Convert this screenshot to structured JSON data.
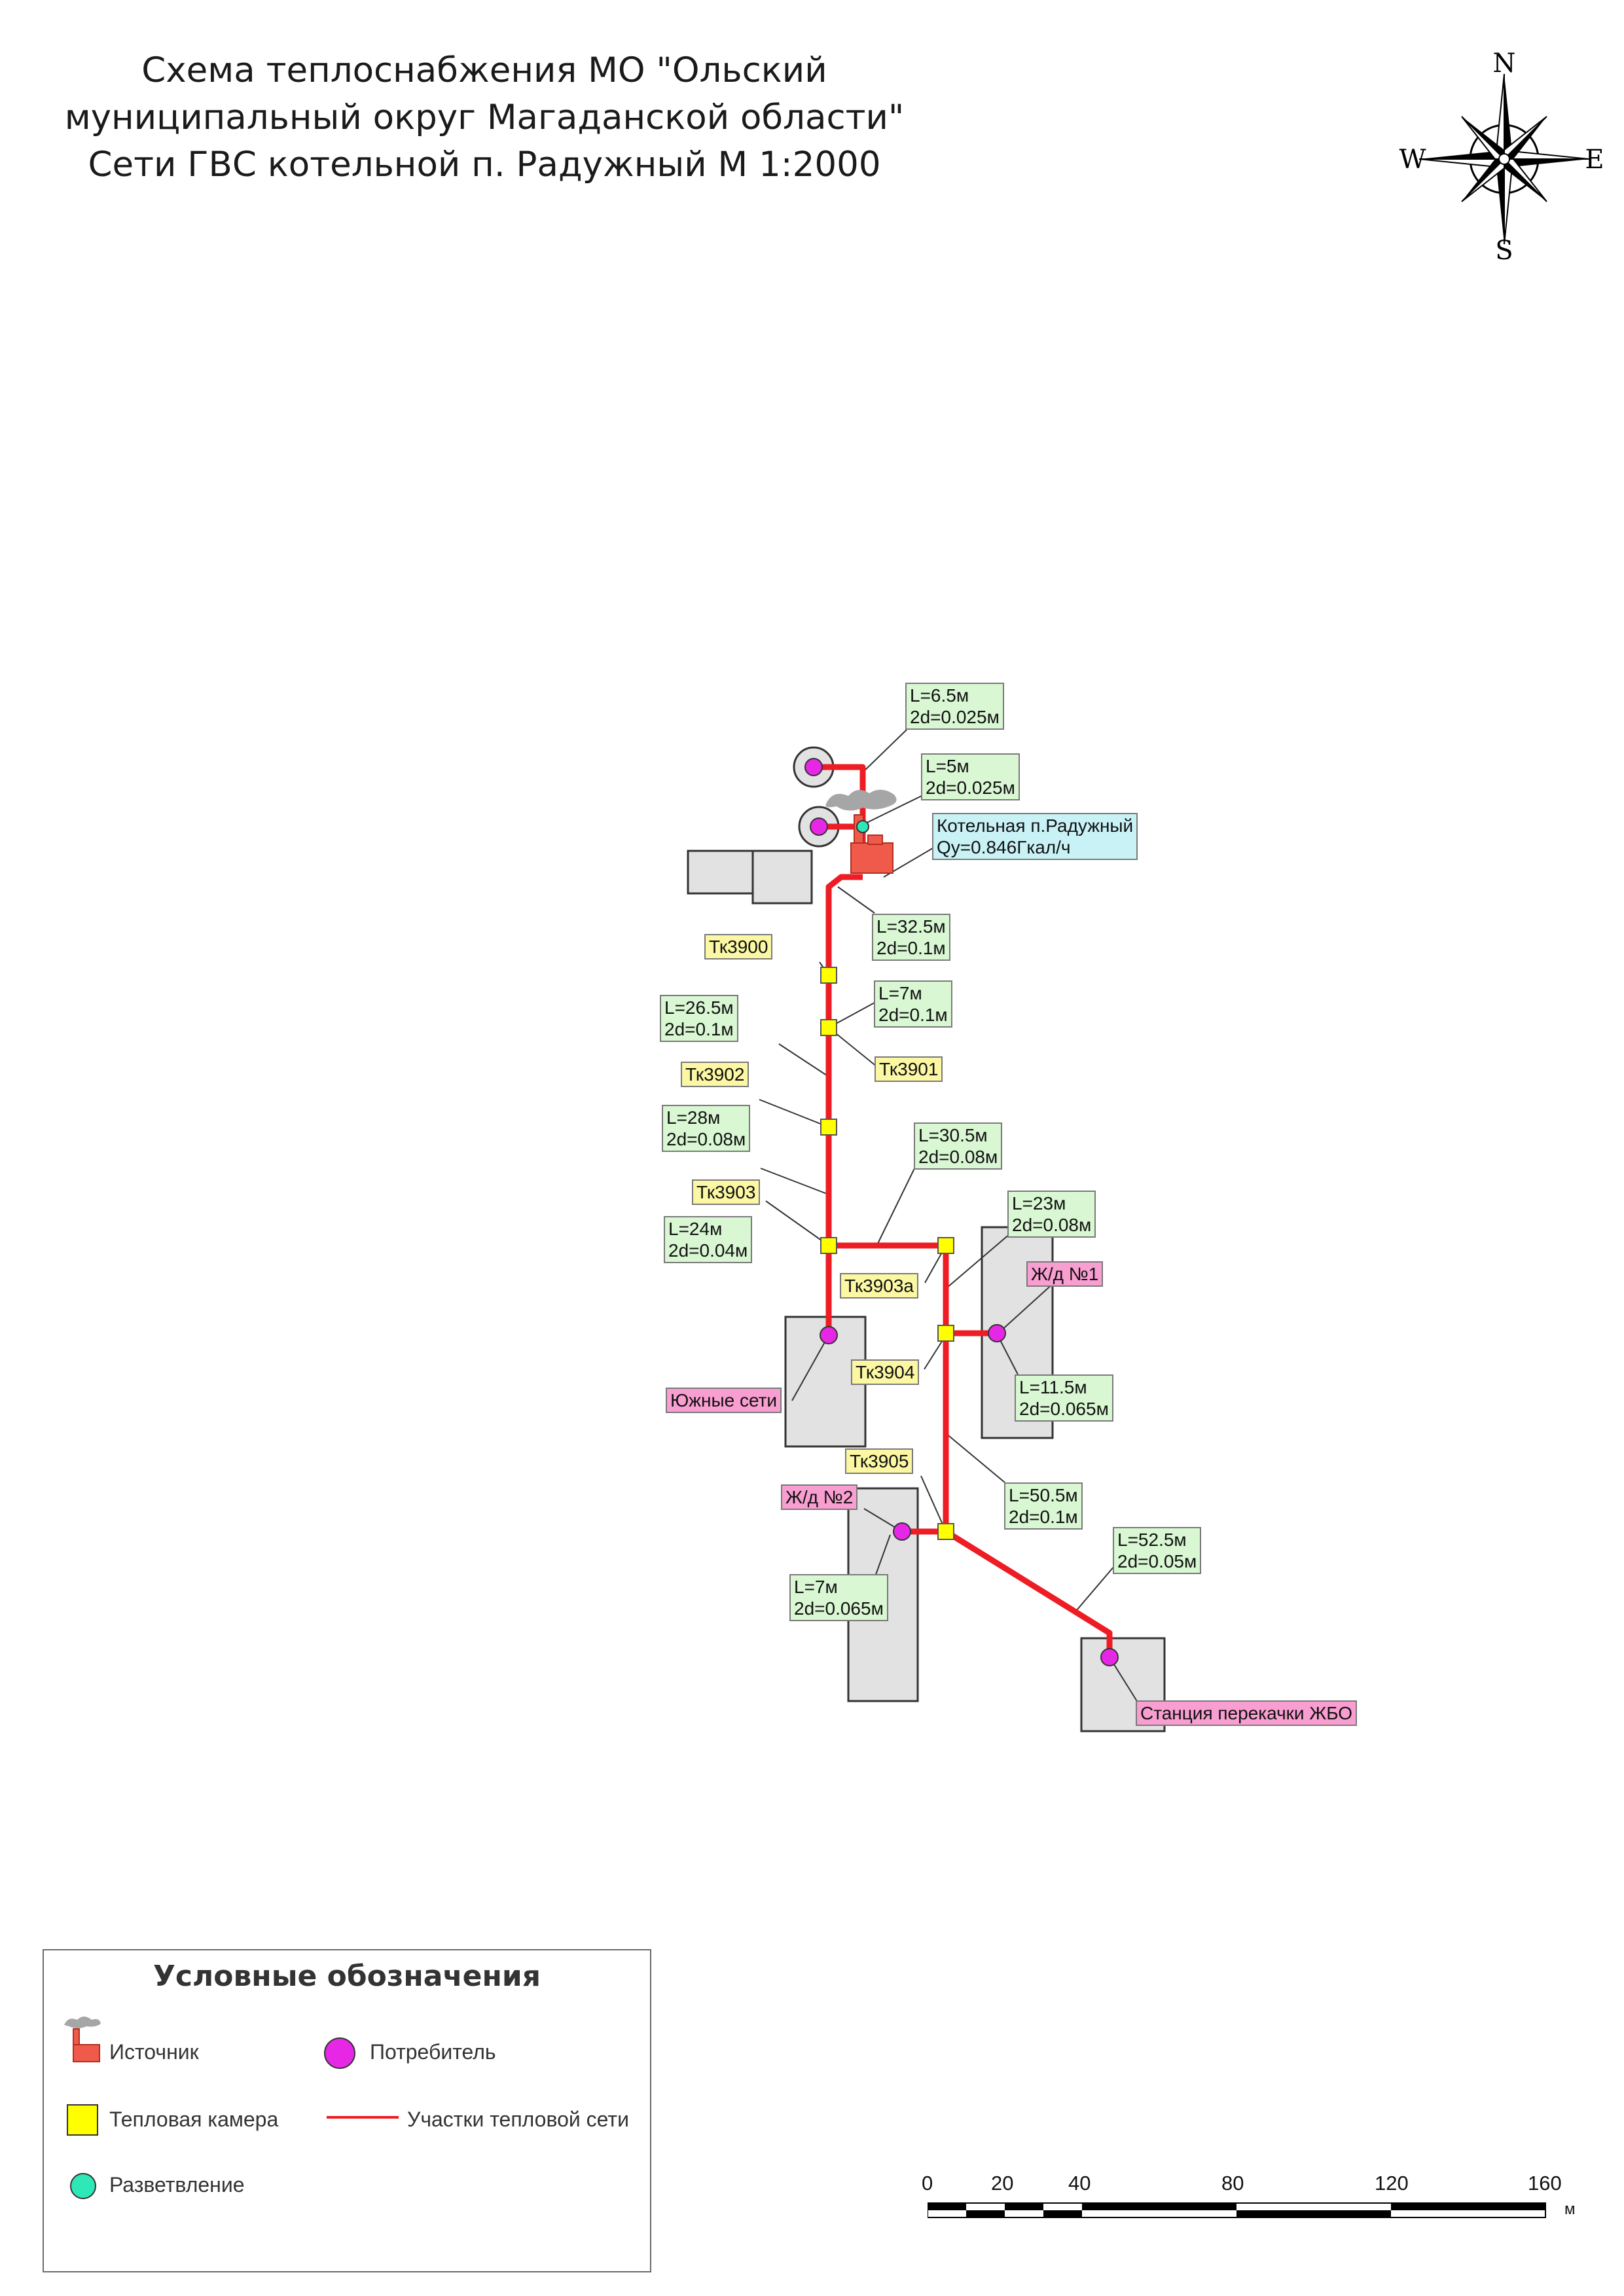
{
  "title": {
    "line1": "Схема теплоснабжения МО \"Ольский",
    "line2": "муниципальный округ Магаданской области\"",
    "line3": "Сети ГВС котельной п. Радужный М 1:2000"
  },
  "compass": {
    "north": "N",
    "south": "S",
    "east": "E",
    "west": "W"
  },
  "colors": {
    "pipe": "#ee1c24",
    "consumer": "#e628e6",
    "chamber": "#ffff00",
    "branch": "#2ee8b8",
    "building": "#e2e2e2",
    "source": "#f05a4a"
  },
  "source": {
    "name": "Котельная п.Радужный",
    "power": "Qy=0.846Гкал/ч"
  },
  "segments": [
    {
      "L": "L=6.5м",
      "d": "2d=0.025м"
    },
    {
      "L": "L=5м",
      "d": "2d=0.025м"
    },
    {
      "L": "L=32.5м",
      "d": "2d=0.1м"
    },
    {
      "L": "L=7м",
      "d": "2d=0.1м"
    },
    {
      "L": "L=26.5м",
      "d": "2d=0.1м"
    },
    {
      "L": "L=28м",
      "d": "2d=0.08м"
    },
    {
      "L": "L=30.5м",
      "d": "2d=0.08м"
    },
    {
      "L": "L=23м",
      "d": "2d=0.08м"
    },
    {
      "L": "L=24м",
      "d": "2d=0.04м"
    },
    {
      "L": "L=11.5м",
      "d": "2d=0.065м"
    },
    {
      "L": "L=50.5м",
      "d": "2d=0.1м"
    },
    {
      "L": "L=52.5м",
      "d": "2d=0.05м"
    },
    {
      "L": "L=7м",
      "d": "2d=0.065м"
    }
  ],
  "chambers": [
    "Тк3900",
    "Тк3901",
    "Тк3902",
    "Тк3903",
    "Тк3903а",
    "Тк3904",
    "Тк3905"
  ],
  "consumers": [
    "Ж/д №1",
    "Южные сети",
    "Ж/д №2",
    "Станция перекачки ЖБО"
  ],
  "legend": {
    "title": "Условные обозначения",
    "source": "Источник",
    "consumer": "Потребитель",
    "chamber": "Тепловая камера",
    "pipe": "Участки тепловой сети",
    "branch": "Разветвление"
  },
  "scale": {
    "ticks": [
      "0",
      "20",
      "40",
      "80",
      "120",
      "160"
    ],
    "unit": "м"
  }
}
